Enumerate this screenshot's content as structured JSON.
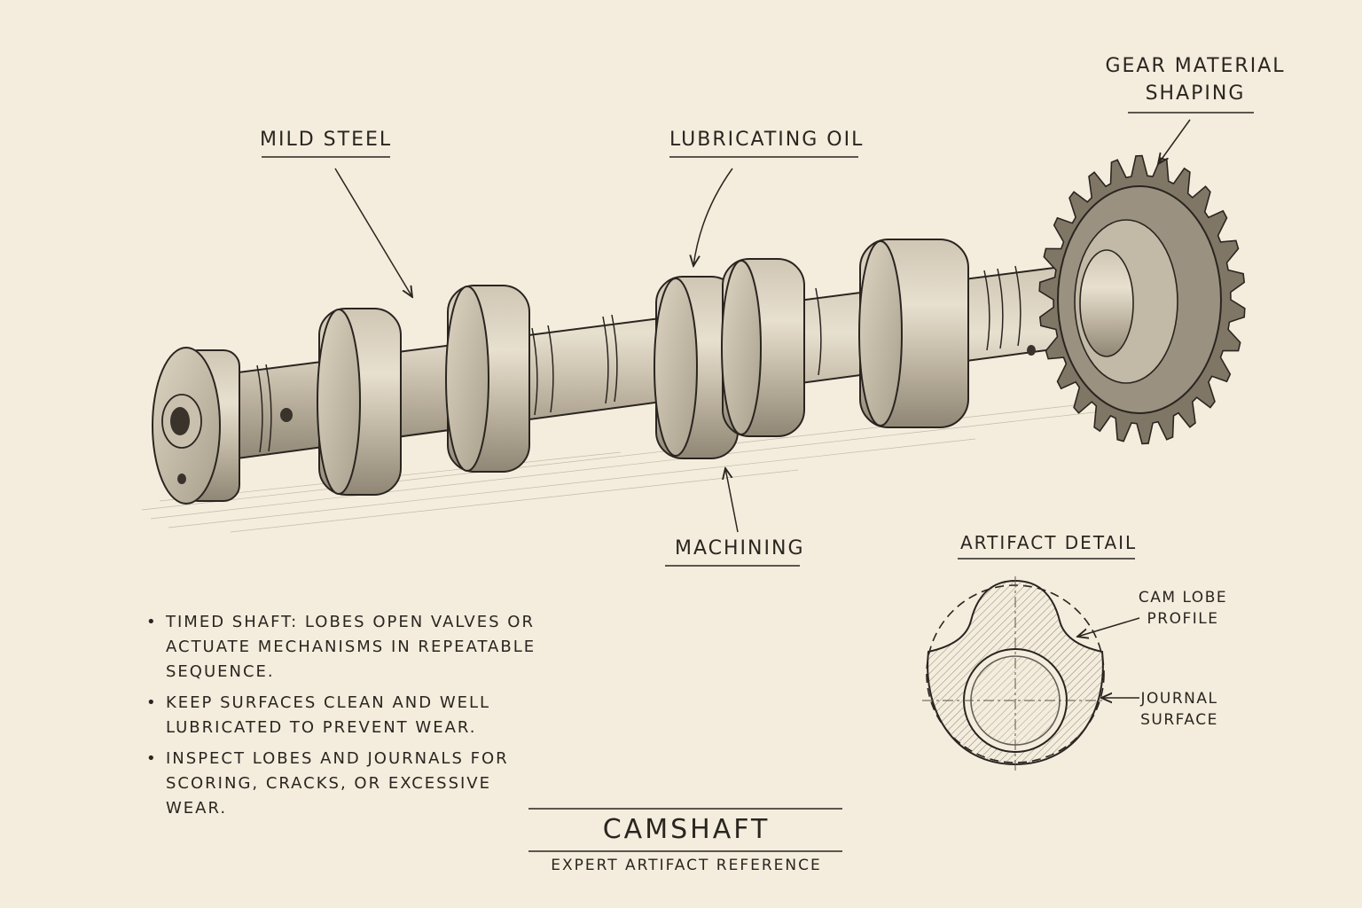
{
  "title": "CAMSHAFT",
  "subtitle": "EXPERT ARTIFACT REFERENCE",
  "callouts": {
    "mild_steel": "MILD STEEL",
    "lubricating_oil": "LUBRICATING OIL",
    "gear_line1": "GEAR MATERIAL",
    "gear_line2": "SHAPING",
    "machining": "MACHINING"
  },
  "detail": {
    "heading": "ARTIFACT DETAIL",
    "cam_lobe_line1": "CAM LOBE",
    "cam_lobe_line2": "PROFILE",
    "journal_line1": "JOURNAL",
    "journal_line2": "SURFACE"
  },
  "notes": [
    "TIMED SHAFT: LOBES OPEN VALVES OR ACTUATE MECHANISMS IN REPEATABLE SEQUENCE.",
    "KEEP SURFACES CLEAN AND WELL LUBRICATED TO PREVENT WEAR.",
    "INSPECT LOBES AND JOURNALS FOR SCORING, CRACKS, OR EXCESSIVE WEAR."
  ],
  "colors": {
    "paper": "#f4eddd",
    "ink": "#2a2520",
    "shade_light": "#d8cfbe",
    "shade_mid": "#b8ae9c",
    "shade_dark": "#8f8675"
  }
}
